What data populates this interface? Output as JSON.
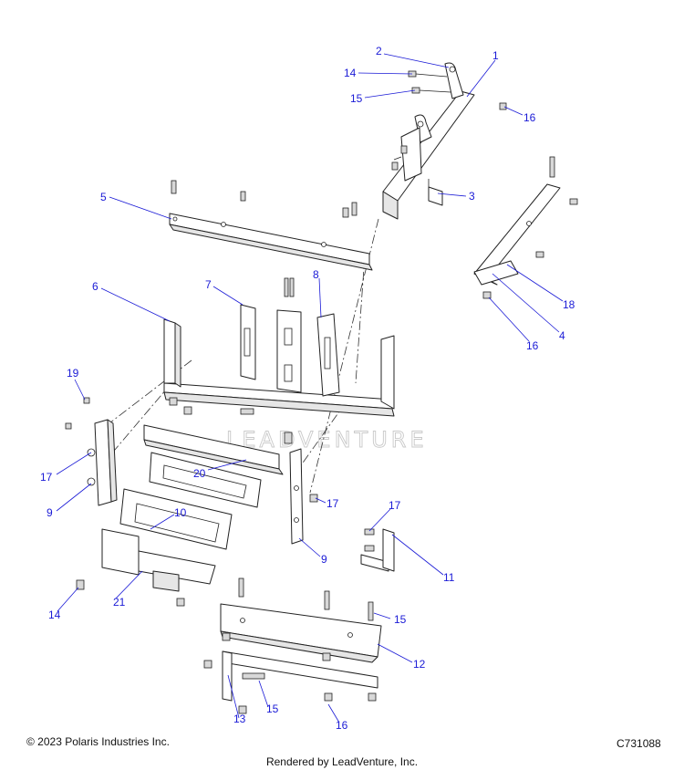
{
  "callouts": {
    "c1": "1",
    "c2": "2",
    "c3": "3",
    "c4": "4",
    "c5": "5",
    "c6": "6",
    "c7": "7",
    "c8": "8",
    "c9a": "9",
    "c9b": "9",
    "c10": "10",
    "c11": "11",
    "c12": "12",
    "c13": "13",
    "c14a": "14",
    "c14b": "14",
    "c15a": "15",
    "c15b": "15",
    "c15c": "15",
    "c16a": "16",
    "c16b": "16",
    "c16c": "16",
    "c17a": "17",
    "c17b": "17",
    "c17c": "17",
    "c18": "18",
    "c19": "19",
    "c20": "20",
    "c21": "21"
  },
  "watermark": "LEADVENTURE",
  "footer": {
    "copyright": "© 2023 Polaris Industries Inc.",
    "diagram_code": "C731088",
    "rendered_by": "Rendered by LeadVenture, Inc."
  },
  "colors": {
    "callout": "#1a1ad6",
    "line": "#222222",
    "background": "#ffffff"
  }
}
